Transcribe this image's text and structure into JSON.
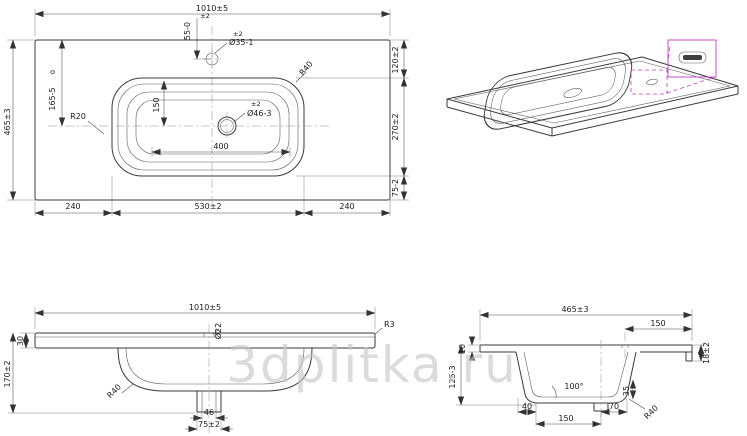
{
  "watermark": "3dplitka.ru",
  "top_view": {
    "width": "1010±5",
    "hole_offset_tol": "±2",
    "hole_offset": "55-0",
    "hole_dia_tol": "±2",
    "hole_dia": "Ø35-1",
    "corner_radius_outer": "R40",
    "depth": "465±3",
    "ref_zero": "0",
    "drain_from_back": "165-5",
    "corner_radius_inner": "R20",
    "hole_to_drain": "150",
    "basin_inner_width": "400",
    "drain_dia_tol": "±2",
    "drain_dia": "Ø46-3",
    "back_to_basin": "120±2",
    "basin_depth": "270±2",
    "basin_to_front": "75-2",
    "margin_left": "240",
    "basin_width": "530±2",
    "margin_right": "240"
  },
  "front_view": {
    "width": "1010±5",
    "overflow_dia": "Ø22",
    "edge_radius": "R3",
    "top_thickness": "30",
    "total_height": "170±2",
    "corner_radius": "R40",
    "drain_inner_width": "46",
    "drain_outer_width": "75±2"
  },
  "side_view": {
    "depth": "465±3",
    "hole_from_front": "150",
    "lip_height": "10",
    "bowl_depth": "125-3",
    "front_edge_height": "18±2",
    "wall_angle": "100°",
    "wall_width": "35",
    "drain_offset_left": "40",
    "drain_span": "150",
    "drain_offset_right": "70",
    "corner_radius": "R40"
  }
}
